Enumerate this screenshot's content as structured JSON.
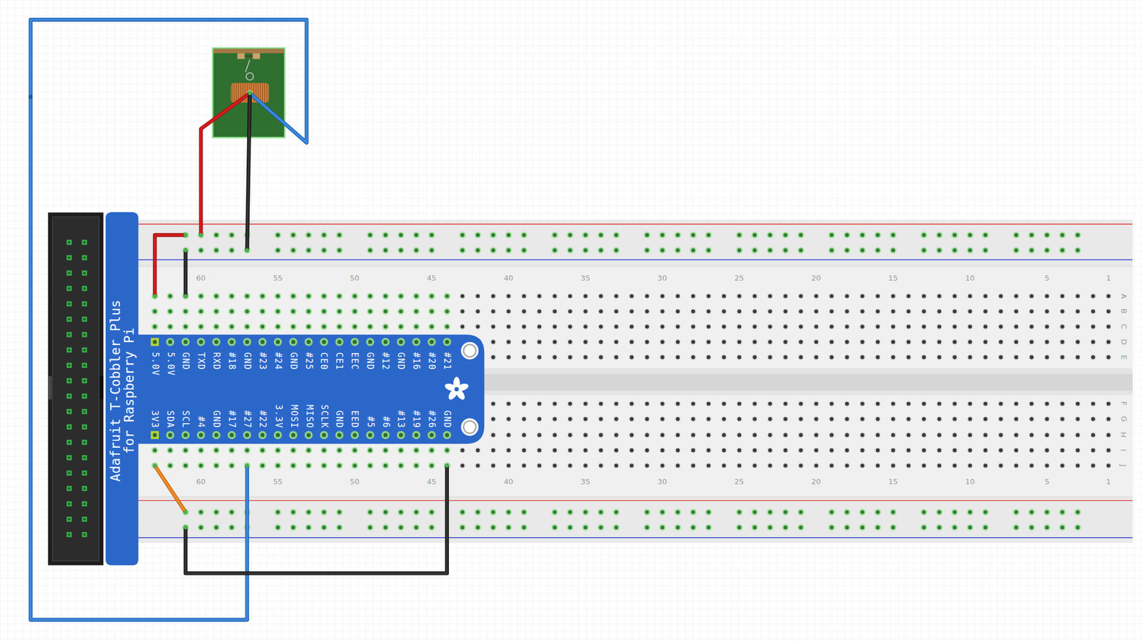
{
  "diagram": {
    "nodes": [
      {
        "text": [
          "Adafruit T-Cobbler Plus for Raspberry Pi"
        ]
      }
    ],
    "labels": [
      "60",
      "55",
      "50",
      "45",
      "40",
      "35",
      "30",
      "25",
      "20",
      "15",
      "10",
      "5",
      "1",
      "A",
      "B",
      "C",
      "D",
      "E",
      "5.0V",
      "5.0V",
      "GND",
      "TXD",
      "RXD",
      "#18",
      "GND",
      "#23",
      "#24",
      "GND",
      "#25",
      "CE0",
      "CE1",
      "EEC",
      "GND",
      "#12",
      "GND",
      "#16",
      "#20",
      "#21",
      "3V3",
      "SDA",
      "SCL",
      "#4",
      "GND",
      "#17",
      "#27",
      "#22",
      "3.3V",
      "MOSI",
      "MISO",
      "SCLK",
      "GND",
      "EED",
      "#5",
      "#6",
      "#13",
      "#19",
      "#26",
      "GND",
      "F",
      "G",
      "H",
      "I",
      "J",
      "60",
      "55",
      "50",
      "45",
      "40",
      "35",
      "30",
      "25",
      "20",
      "15",
      "10",
      "5",
      "1"
    ]
  }
}
